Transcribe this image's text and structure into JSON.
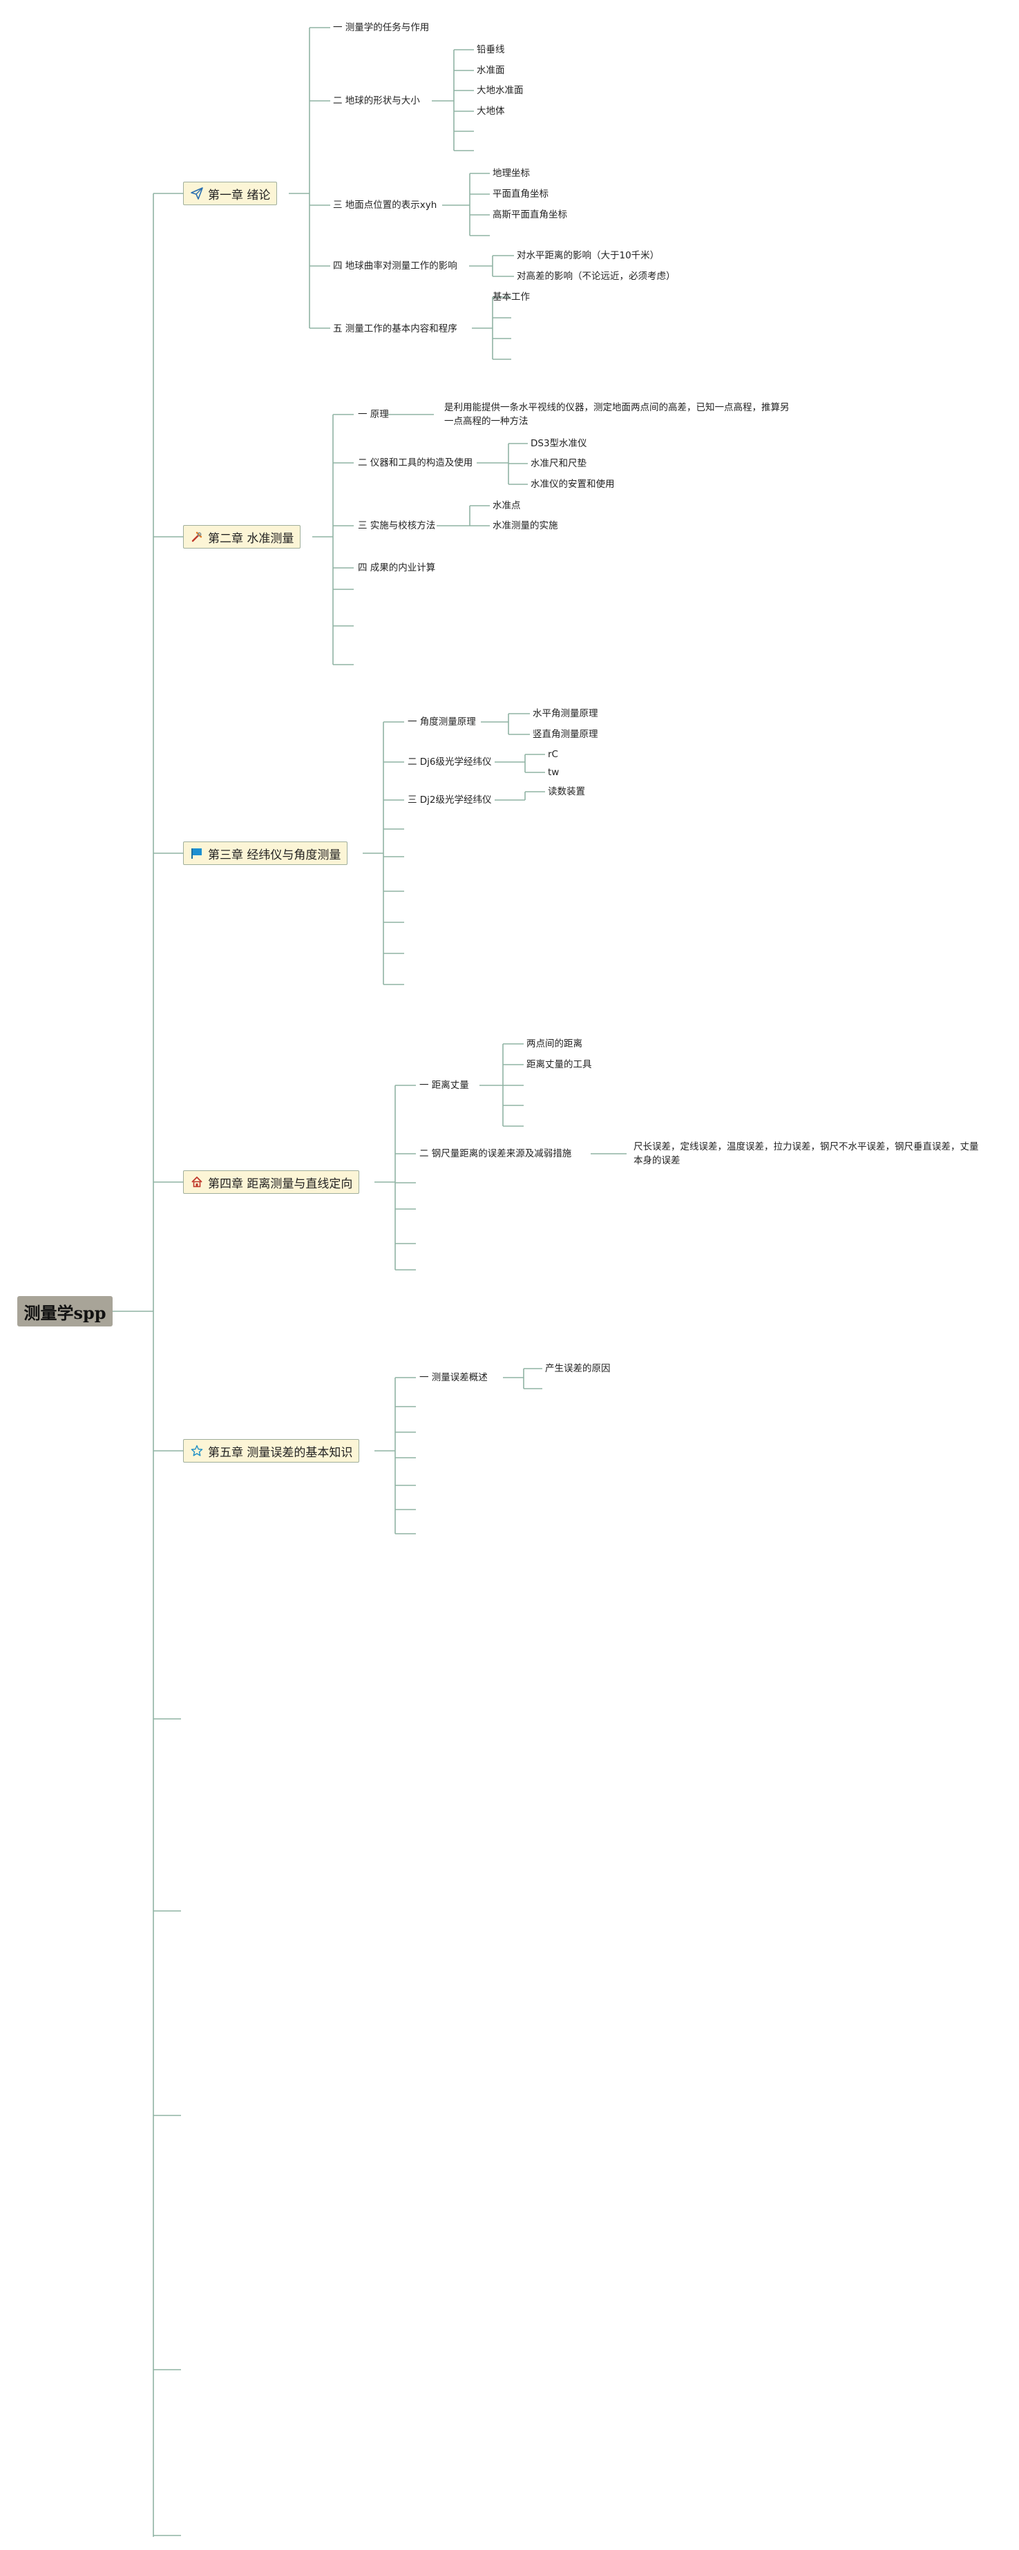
{
  "root": {
    "title": "测量学spp"
  },
  "colors": {
    "line": "#8fb3a4",
    "chapter_bg": "#fcf5d6",
    "root_bg": "#a8a498"
  },
  "chapters": [
    {
      "id": "ch1",
      "title": "第一章 绪论",
      "icon": "paper-plane-icon",
      "topics": [
        {
          "label": "一 测量学的任务与作用",
          "children": []
        },
        {
          "label": "二 地球的形状与大小",
          "children": [
            "铅垂线",
            "水准面",
            "大地水准面",
            "大地体",
            "",
            ""
          ]
        },
        {
          "label": "三 地面点位置的表示xyh",
          "children": [
            "地理坐标",
            "平面直角坐标",
            "高斯平面直角坐标",
            ""
          ]
        },
        {
          "label": "四 地球曲率对测量工作的影响",
          "children": [
            "对水平距离的影响（大于10千米）",
            "对高差的影响（不论远近，必须考虑）"
          ]
        },
        {
          "label": "五 测量工作的基本内容和程序",
          "children": [
            "基本工作",
            "",
            "",
            ""
          ]
        }
      ]
    },
    {
      "id": "ch2",
      "title": "第二章 水准测量",
      "icon": "tools-icon",
      "topics": [
        {
          "label": "一 原理",
          "children": [
            "是利用能提供一条水平视线的仪器，测定地面两点间的高差，已知一点高程，推算另一点高程的一种方法"
          ]
        },
        {
          "label": "二 仪器和工具的构造及使用",
          "children": [
            "DS3型水准仪",
            "水准尺和尺垫",
            "水准仪的安置和使用"
          ]
        },
        {
          "label": "三 实施与校核方法",
          "children": [
            "水准点",
            "水准测量的实施"
          ]
        },
        {
          "label": "四 成果的内业计算",
          "children": []
        },
        {
          "label": "",
          "children": []
        },
        {
          "label": "",
          "children": []
        },
        {
          "label": "",
          "children": []
        }
      ]
    },
    {
      "id": "ch3",
      "title": "第三章 经纬仪与角度测量",
      "icon": "flag-icon",
      "topics": [
        {
          "label": "一 角度测量原理",
          "children": [
            "水平角测量原理",
            "竖直角测量原理"
          ]
        },
        {
          "label": "二 Dj6级光学经纬仪",
          "children": [
            "rC",
            "tw"
          ]
        },
        {
          "label": "三 Dj2级光学经纬仪",
          "children": [
            "读数装置"
          ]
        },
        {
          "label": "",
          "children": []
        },
        {
          "label": "",
          "children": []
        },
        {
          "label": "",
          "children": []
        },
        {
          "label": "",
          "children": []
        },
        {
          "label": "",
          "children": []
        }
      ]
    },
    {
      "id": "ch4",
      "title": "第四章 距离测量与直线定向",
      "icon": "home-icon",
      "topics": [
        {
          "label": "一 距离丈量",
          "children": [
            "两点间的距离",
            "距离丈量的工具",
            "",
            ""
          ]
        },
        {
          "label": "二 钢尺量距离的误差来源及减弱措施",
          "children": [
            "尺长误差，定线误差，温度误差，拉力误差，钢尺不水平误差，钢尺垂直误差，丈量本身的误差"
          ]
        },
        {
          "label": "",
          "children": []
        },
        {
          "label": "",
          "children": []
        },
        {
          "label": "",
          "children": []
        }
      ]
    },
    {
      "id": "ch5",
      "title": "第五章 测量误差的基本知识",
      "icon": "star-icon",
      "topics": [
        {
          "label": "一 测量误差概述",
          "children": [
            "产生误差的原因",
            ""
          ]
        },
        {
          "label": "",
          "children": []
        },
        {
          "label": "",
          "children": []
        },
        {
          "label": "",
          "children": []
        },
        {
          "label": "",
          "children": []
        },
        {
          "label": "",
          "children": []
        },
        {
          "label": "",
          "children": []
        }
      ]
    }
  ],
  "extra_branches": 5
}
